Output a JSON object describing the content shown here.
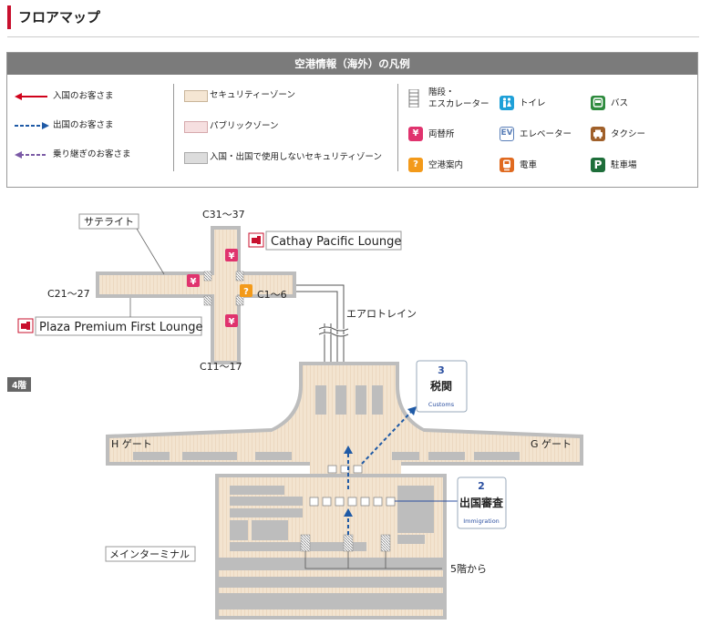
{
  "page_title": "フロアマップ",
  "legend": {
    "header": "空港情報（海外）の凡例",
    "arrival": "入国のお客さま",
    "departure": "出国のお客さま",
    "transfer": "乗り継ぎのお客さま",
    "security_zone": "セキュリティーゾーン",
    "public_zone": "パブリックゾーン",
    "unused_zone": "入国・出国で使用しないセキュリティゾーン",
    "stairs_line1": "階段・",
    "stairs_line2": "エスカレーター",
    "toilet": "トイレ",
    "bus": "バス",
    "exchange": "両替所",
    "elevator": "エレベーター",
    "taxi": "タクシー",
    "info": "空港案内",
    "train": "電車",
    "parking": "駐車場",
    "icon_glyphs": {
      "exchange": "¥",
      "elevator": "EV",
      "info": "?",
      "parking": "P"
    },
    "colors": {
      "arrival": "#d0021b",
      "departure": "#1f5aa6",
      "transfer": "#7b5aa6",
      "security": "#f5e6d3",
      "public": "#f6dfe0",
      "unused": "#dcdcdc",
      "toilet": "#1fa0d8",
      "bus": "#2e8b3e",
      "exchange": "#e0336e",
      "elevator": "#5a7fb8",
      "taxi": "#a0602a",
      "info": "#f39a1a",
      "train": "#e06a20",
      "parking": "#1e6e3a"
    }
  },
  "map": {
    "floor": "4階",
    "satellite_label": "サテライト",
    "gates_top": "C31〜37",
    "gates_left": "C21〜27",
    "gates_bottom": "C11〜17",
    "gates_right": "C1〜6",
    "lounge_cathay": "Cathay Pacific Lounge",
    "lounge_plaza": "Plaza Premium First Lounge",
    "aerotrain": "エアロトレイン",
    "h_gate": "H ゲート",
    "g_gate": "G ゲート",
    "main_terminal": "メインターミナル",
    "from_5f": "5階から",
    "customs_num": "3",
    "customs_ja": "税関",
    "customs_en": "Customs",
    "immigration_num": "2",
    "immigration_ja": "出国審査",
    "immigration_en": "Immigration",
    "yen": "¥",
    "info_glyph": "?"
  }
}
